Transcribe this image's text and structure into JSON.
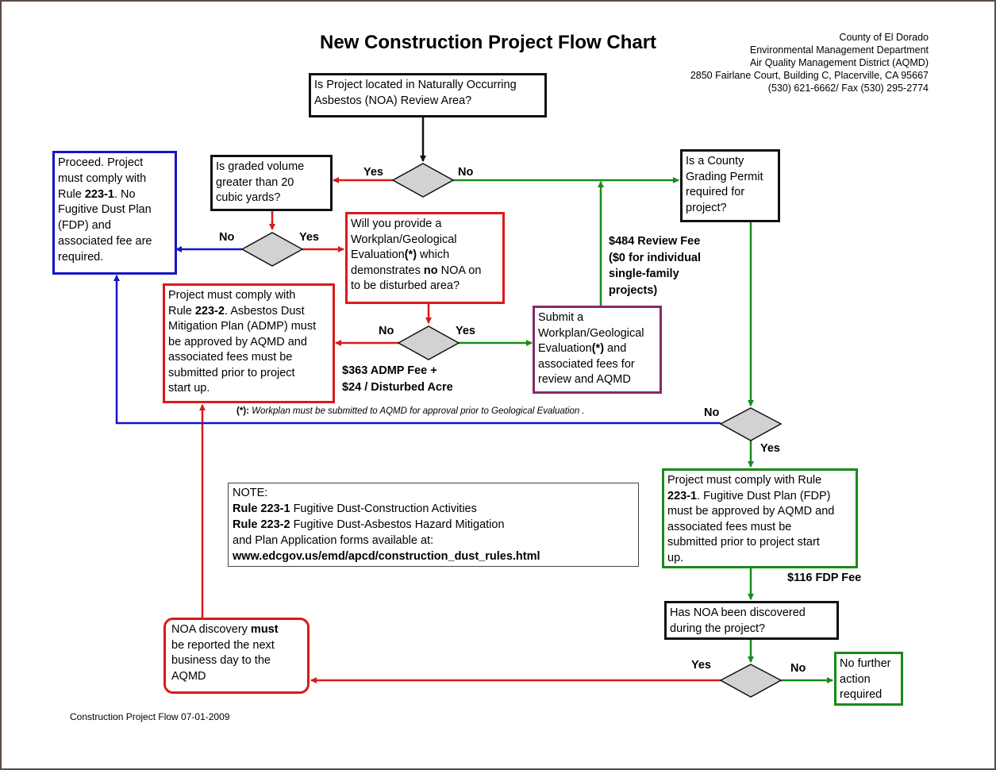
{
  "title": "New Construction Project Flow Chart",
  "header": {
    "line1": "County of El Dorado",
    "line2": "Environmental Management Department",
    "line3": "Air Quality Management District (AQMD)",
    "line4": "2850 Fairlane Court, Building  C, Placerville, CA 95667",
    "line5": "(530) 621-6662/ Fax (530) 295-2774"
  },
  "boxes": {
    "noa_question": [
      "Is Project located in Naturally Occurring",
      "Asbestos (NOA)  Review Area?"
    ],
    "proceed": {
      "l1": "Proceed.  Project",
      "l2": "must comply with",
      "l3_pre": "Rule ",
      "l3_bold": "223-1",
      "l3_post": ".  No",
      "l4": "Fugitive Dust Plan",
      "l5": "(FDP) and",
      "l6": "associated fee are",
      "l7": "required."
    },
    "graded_volume": [
      "Is graded volume",
      "greater than 20",
      "cubic yards?"
    ],
    "workplan_question": {
      "l1": "Will you provide a",
      "l2": "Workplan/Geological",
      "l3_pre": "Evaluation",
      "l3_bold": "(*)",
      "l3_post": " which",
      "l4_pre": "demonstrates ",
      "l4_bold": "no",
      "l4_post": " NOA on",
      "l5": "to be disturbed area?"
    },
    "rule_2232": {
      "l1": "Project must comply with",
      "l2_pre": "Rule ",
      "l2_bold": "223-2",
      "l2_post": ".  Asbestos Dust",
      "l3": "Mitigation Plan (ADMP) must",
      "l4": "be approved by AQMD and",
      "l5": "associated fees must be",
      "l6": "submitted prior to project",
      "l7": "start up."
    },
    "submit_workplan": {
      "l1": "Submit a",
      "l2": "Workplan/Geological",
      "l3_pre": "Evaluation",
      "l3_bold": "(*)",
      "l3_post": " and",
      "l4": "associated fees for",
      "l5": "review and AQMD"
    },
    "grading_permit": [
      "Is a County",
      "Grading Permit",
      "required for",
      "project?"
    ],
    "rule_2231_fdp": {
      "l1": "Project must comply with Rule",
      "l2_bold": "223-1",
      "l2_post": ".  Fugitive Dust Plan (FDP)",
      "l3": "must be approved by AQMD and",
      "l4": "associated fees must be",
      "l5": "submitted  prior to project start",
      "l6": "up."
    },
    "noa_discovered": [
      "Has NOA been discovered",
      "during the project?"
    ],
    "no_further": [
      "No further",
      "action",
      "required"
    ],
    "noa_report": {
      "l1_pre": "NOA discovery ",
      "l1_bold": "must",
      "l2": "be reported the next",
      "l3": "business day to the",
      "l4": "AQMD"
    }
  },
  "note": {
    "l1": "NOTE:",
    "l2_bold": "Rule 223-1",
    "l2_post": "  Fugitive Dust-Construction Activities",
    "l3_bold": "Rule 223-2",
    "l3_post": " Fugitive Dust-Asbestos Hazard Mitigation",
    "l4": "and Plan Application forms available at:",
    "l5_bold": "www.edcgov.us/emd/apcd/construction_dust_rules.html"
  },
  "labels": {
    "yes": "Yes",
    "no": "No"
  },
  "fees": {
    "review_fee": [
      "$484 Review Fee",
      "($0 for individual",
      "single-family",
      "projects)"
    ],
    "admp_fee": [
      "$363 ADMP Fee +",
      "$24 / Disturbed Acre"
    ],
    "fdp_fee": "$116 FDP Fee"
  },
  "footnote": {
    "bold": "(*):",
    "text": " Workplan must be submitted to AQMD for approval prior to Geological Evaluation ."
  },
  "footer": "Construction Project Flow 07-01-2009",
  "colors": {
    "black": "#111111",
    "blue": "#1515c8",
    "red": "#d91a1a",
    "green": "#1a8a1a",
    "purple": "#862a6a",
    "decision_fill": "#d2d2d2"
  }
}
